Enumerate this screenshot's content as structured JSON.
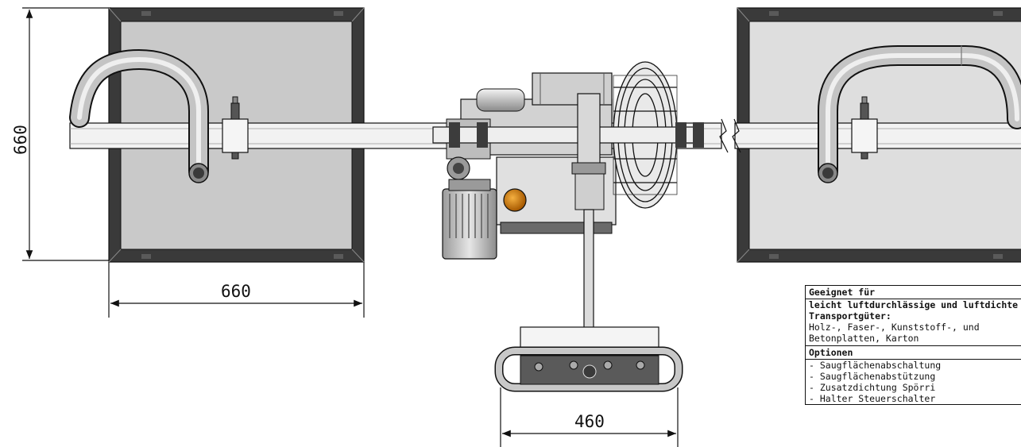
{
  "dimensions": {
    "left_height": "660",
    "left_width": "660",
    "handle_width": "460"
  },
  "spec_table": {
    "suitable_header": "Geeignet für",
    "suitable_bold_line1": "leicht luftdurchlässige und luftdichte",
    "suitable_bold_line2": "Transportgüter:",
    "suitable_line3": "Holz-, Faser-, Kunststoff-, und",
    "suitable_line4": "Betonplatten, Karton",
    "options_header": "Optionen",
    "options": [
      "- Saugflächenabschaltung",
      "- Saugflächenabstützung",
      "- Zusatzdichtung Spörri",
      "- Halter Steuerschalter"
    ]
  },
  "colors": {
    "frame": "#3a3a3a",
    "plate": "#c9c9c9",
    "plate_right": "#dedede",
    "line": "#111111",
    "orange_knob": "#d07a10"
  }
}
